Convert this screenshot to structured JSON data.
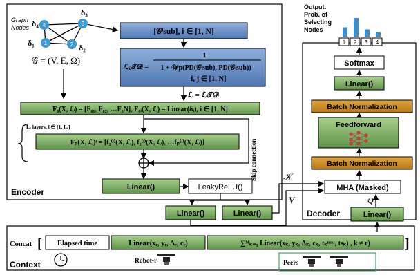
{
  "encoder": {
    "label": "Encoder",
    "graph_label_1": "Graph",
    "graph_label_2": "Nodes",
    "graph_def": "𝒢 = (V, E, Ω)",
    "nodes": [
      {
        "id": "1",
        "sym": "δ₁"
      },
      {
        "id": "2",
        "sym": "δ₂"
      },
      {
        "id": "3",
        "sym": "δ₃"
      },
      {
        "id": "4",
        "sym": "δ₄"
      }
    ],
    "subgraph_box": "[𝒢ⁱsub], i ∈ [1, N]",
    "ltd_lhs": "ℒᵢⱼ𝒯𝒟 =",
    "ltd_num": "1",
    "ltd_den": "1 + 𝒲p(PD(𝒢ⁱsub), PD(𝒢ʲsub))",
    "ltd_idx": "i, j ∈ [1, N]",
    "L_eq": "ℒ = ℒ𝒯𝒟",
    "f0_box": "F₀(X, ℒ) = [F₀₁, F₀₂, …F₀N],  F₀ᵢ(X, ℒ) = Linear(δᵢ), i ∈ [1, N]",
    "layers_note": "Lₑ layers, l ∈ [1, Lₑ]",
    "fp_box": "Fₚ(X, ℒ)ˡ = [f₁⁽ˡ⁾(X, ℒ), f₂⁽ˡ⁾(X, ℒ), …fₚ⁽ˡ⁾(X, ℒ)]",
    "skip_label": "Skip connection",
    "linear": "Linear()",
    "leaky": "LeakyReLU()",
    "plus": "⊕"
  },
  "decoder": {
    "label": "Decoder",
    "output_title": [
      "Output:",
      "Prob. of",
      "Selecting",
      "Nodes"
    ],
    "output_bars": [
      0.45,
      0.9,
      0.35,
      0.2
    ],
    "output_indices": [
      "1",
      "2",
      "3",
      "4"
    ],
    "softmax": "Softmax",
    "linear_top": "Linear()",
    "batchnorm_top": "Batch Normalization",
    "feedforward": "Feedforward",
    "batchnorm_bottom": "Batch Normalization",
    "mha": "MHA (Masked)",
    "linear_bottom": "Linear()",
    "k_label": "𝒦",
    "v_label": "V",
    "q_label": "Q"
  },
  "bridge": {
    "linear_left": "Linear()",
    "linear_right": "Linear()"
  },
  "context": {
    "concat_label": "Concat",
    "elapsed": "Elapsed time",
    "robot_linear": "Linear(xᵣ, yᵣ, Δᵣ, cᵣ)",
    "peers_sum": "∑ᴹₖ₌₁ Linear(xₖ, yₖ, Δₖ, cₖ, tₖⁿᵉˣᵗ, tsₖ) , k ≠ r)",
    "label": "Context",
    "robot_label": "Robot-r",
    "peers_label": "Peers"
  },
  "colors": {
    "blue": "#6b8fc4",
    "blue_dark": "#3a5a8a",
    "green": "#76a95a",
    "green_dark": "#3f6b2c",
    "orange": "#c98a1e",
    "node_blue": "#3e9ad6",
    "bar_blue": "#3a8ed0"
  }
}
